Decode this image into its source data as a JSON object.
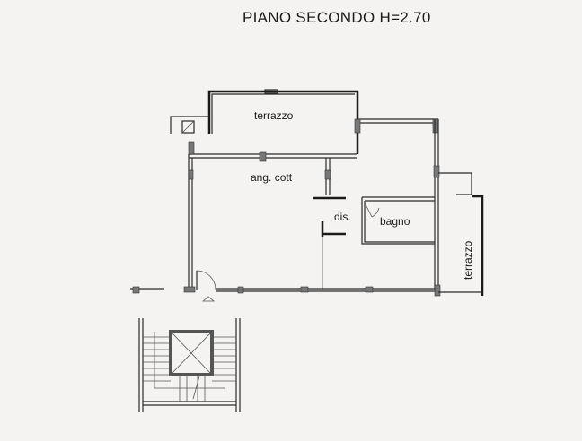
{
  "title": "PIANO SECONDO H=2.70",
  "rooms": {
    "terrazzo_top": "terrazzo",
    "kitchen": "ang. cott",
    "disimpegno": "dis.",
    "bathroom": "bagno",
    "terrazzo_right": "terrazzo"
  }
}
